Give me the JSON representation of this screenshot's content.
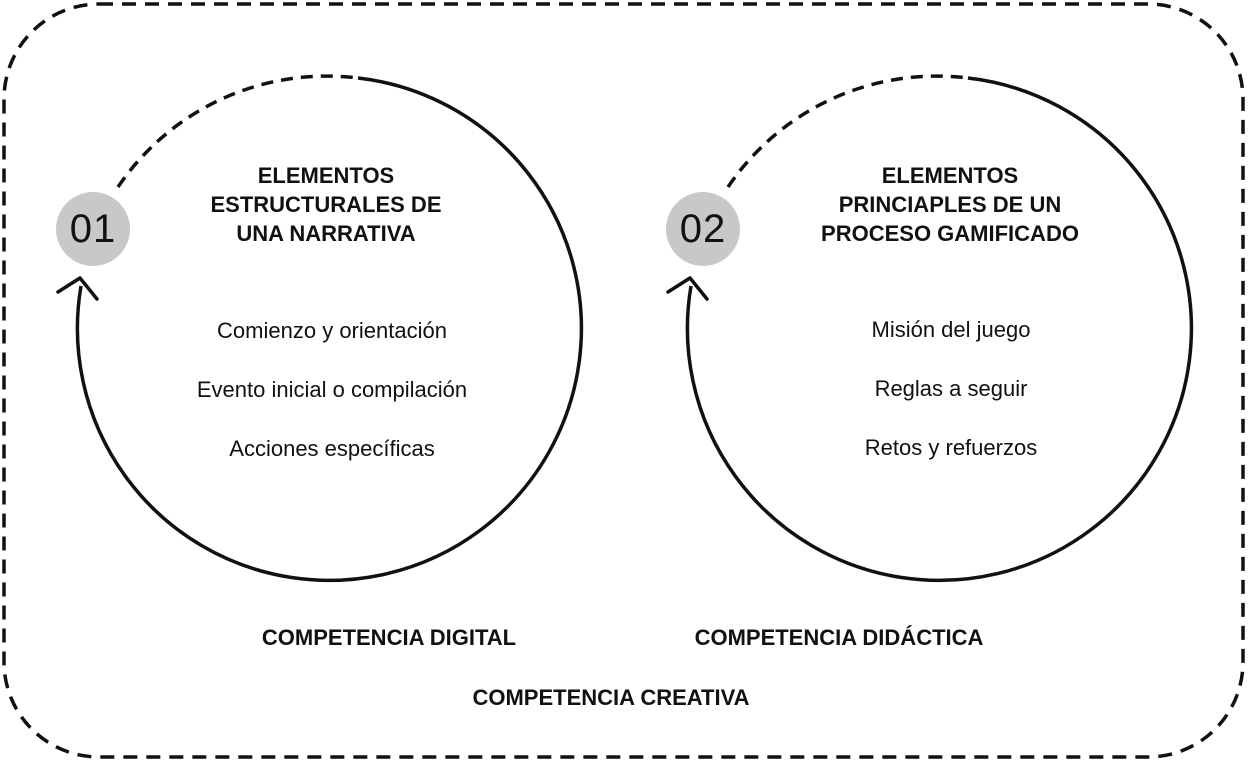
{
  "cycles": [
    {
      "number": "01",
      "title_lines": [
        "ELEMENTOS",
        "ESTRUCTURALES DE",
        "UNA NARRATIVA"
      ],
      "items": [
        "Comienzo y orientación",
        "Evento inicial o compilación",
        "Acciones específicas"
      ]
    },
    {
      "number": "02",
      "title_lines": [
        "ELEMENTOS",
        "PRINCIAPLES DE UN",
        "PROCESO GAMIFICADO"
      ],
      "items": [
        "Misión del juego",
        "Reglas a seguir",
        "Retos y refuerzos"
      ]
    }
  ],
  "competences": {
    "digital": "COMPETENCIA DIGITAL",
    "didactic": "COMPETENCIA DIDÁCTICA",
    "creative": "COMPETENCIA CREATIVA"
  },
  "colors": {
    "badge_fill": "#c8c8c8",
    "stroke": "#111111",
    "text": "#111111"
  },
  "icons": {
    "cycle_arrow": "curved-cycle-arrow-icon"
  }
}
